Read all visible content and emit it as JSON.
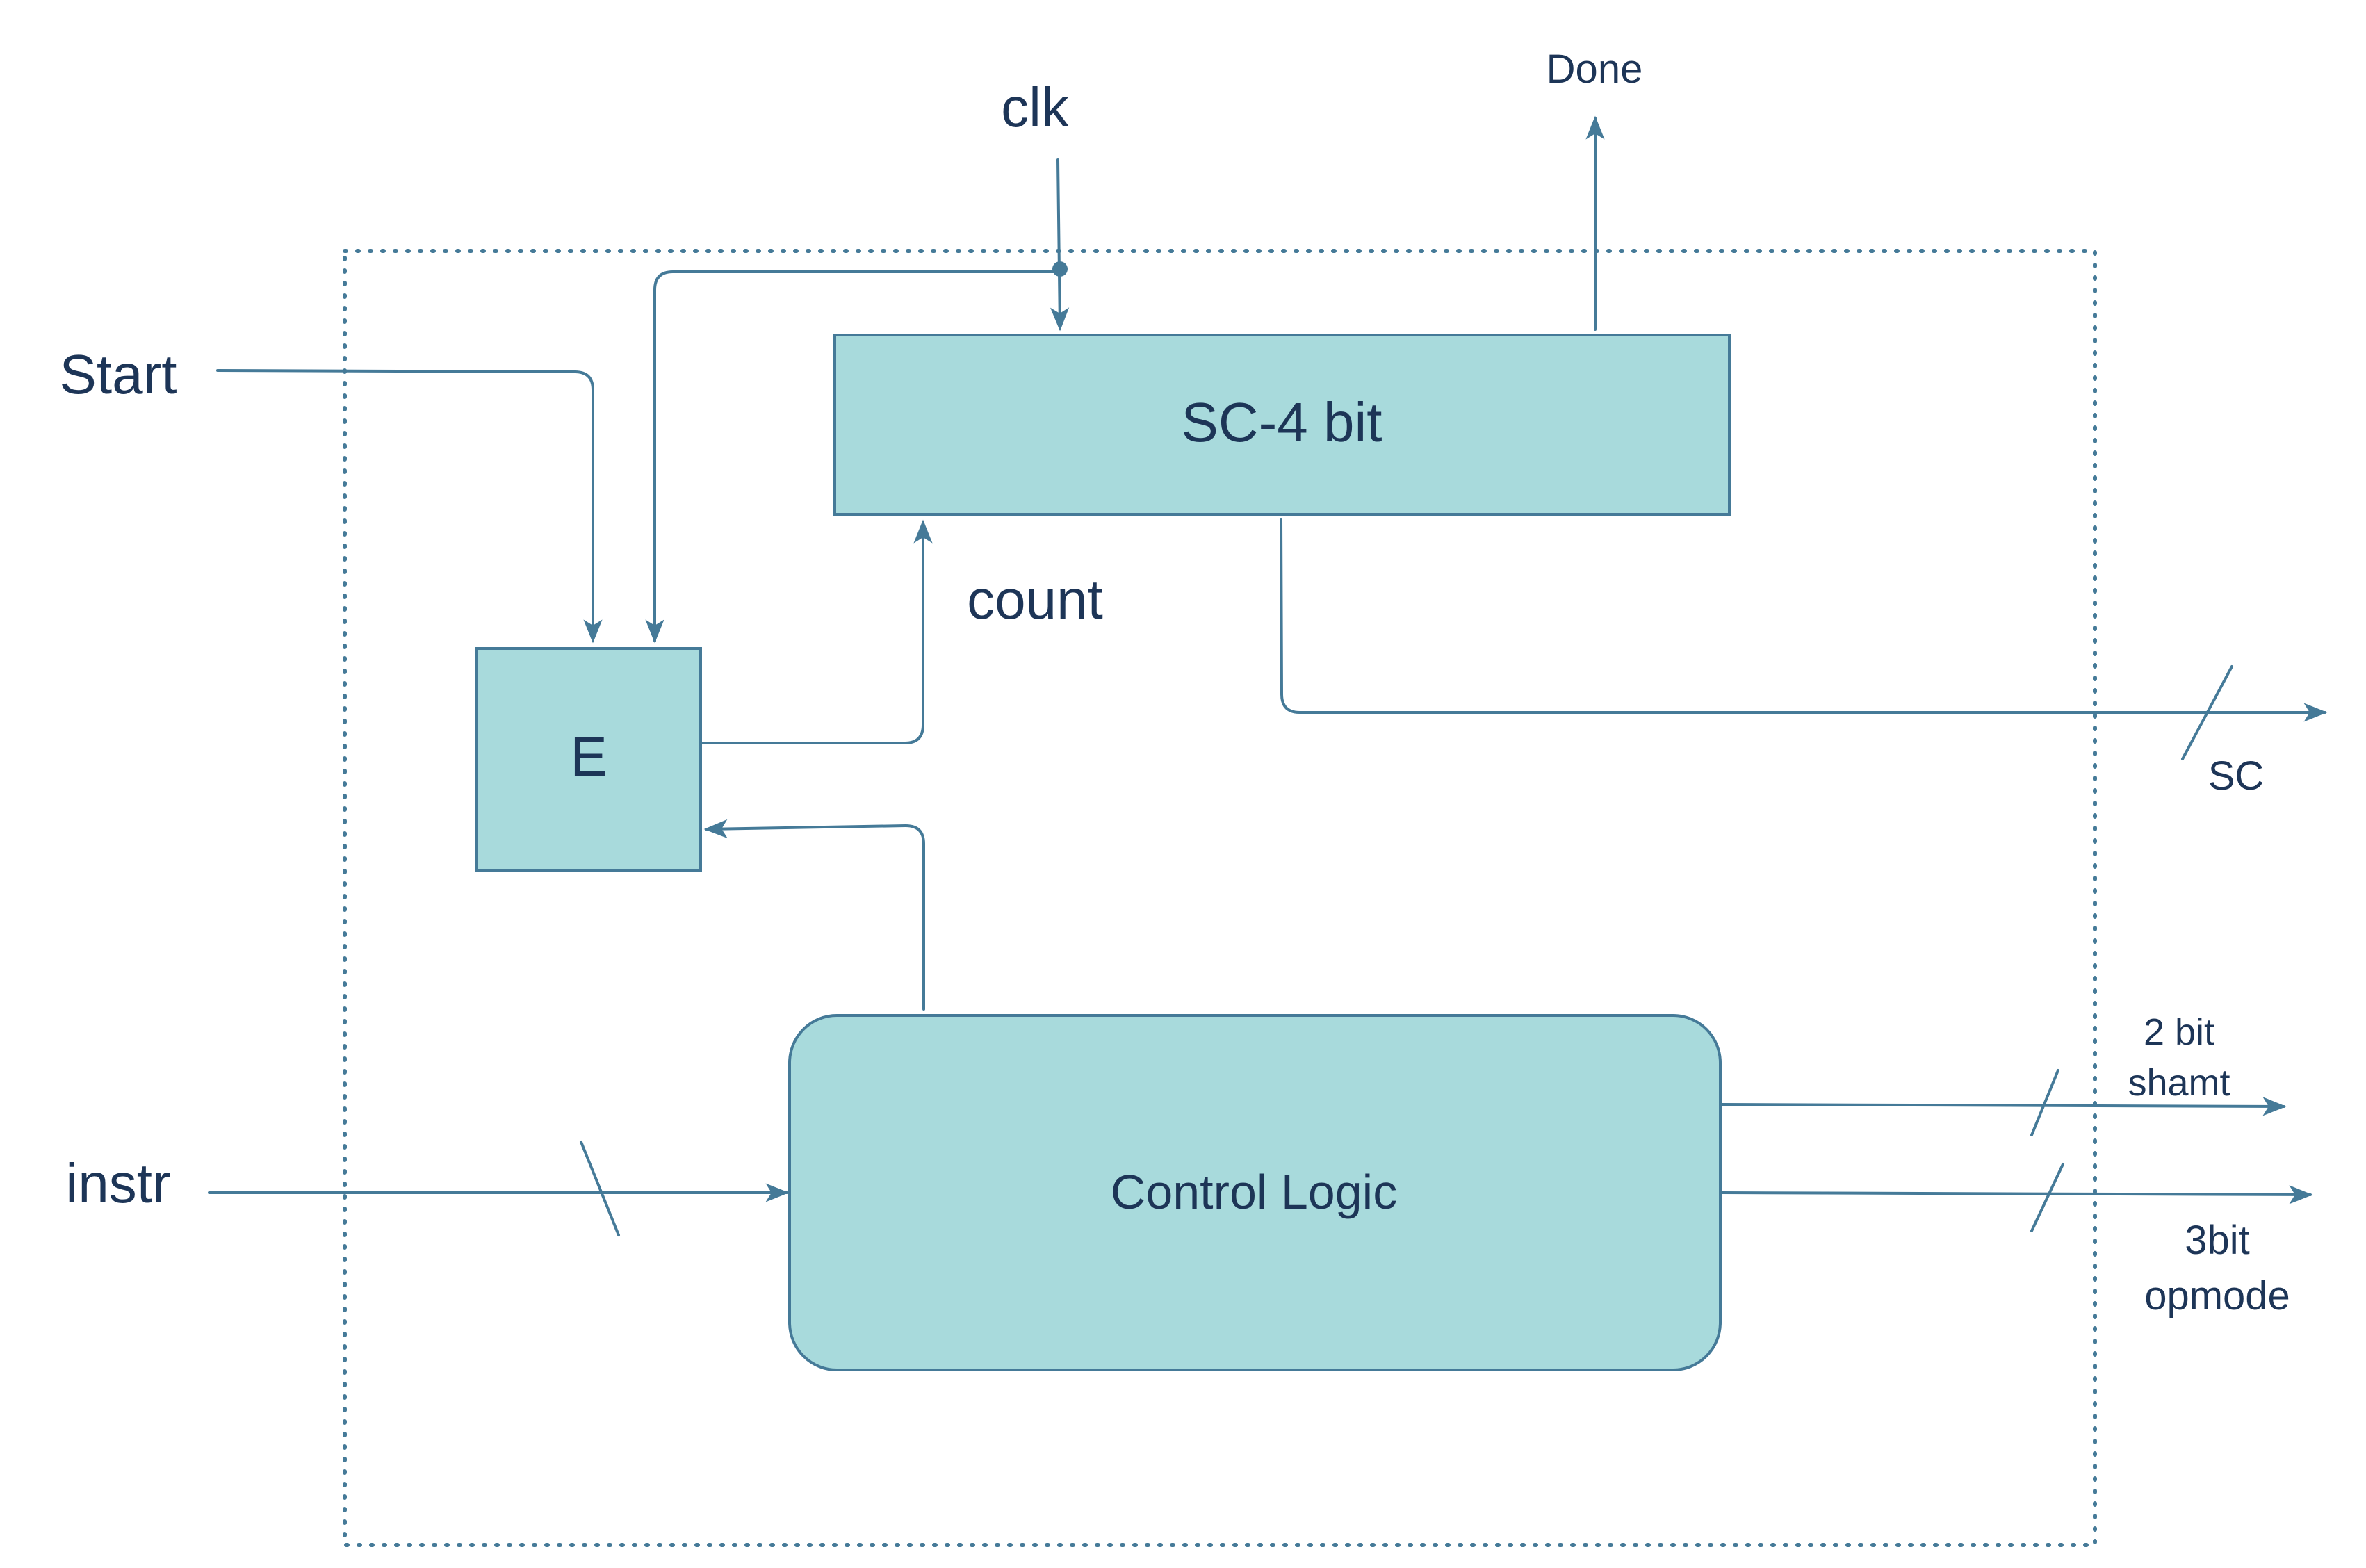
{
  "diagram": {
    "inputs": {
      "start": "Start",
      "clk": "clk",
      "instr": "instr"
    },
    "outputs": {
      "done": "Done",
      "sc": "SC",
      "shamt_line1": "2 bit",
      "shamt_line2": "shamt",
      "opmode_line1": "3bit",
      "opmode_line2": "opmode"
    },
    "blocks": {
      "sc_counter": "SC-4 bit",
      "enable": "E",
      "control_logic": "Control Logic"
    },
    "signals": {
      "count": "count"
    },
    "colors": {
      "block_fill": "#a8dadc",
      "line": "#457a98",
      "text": "#1d3557"
    }
  }
}
